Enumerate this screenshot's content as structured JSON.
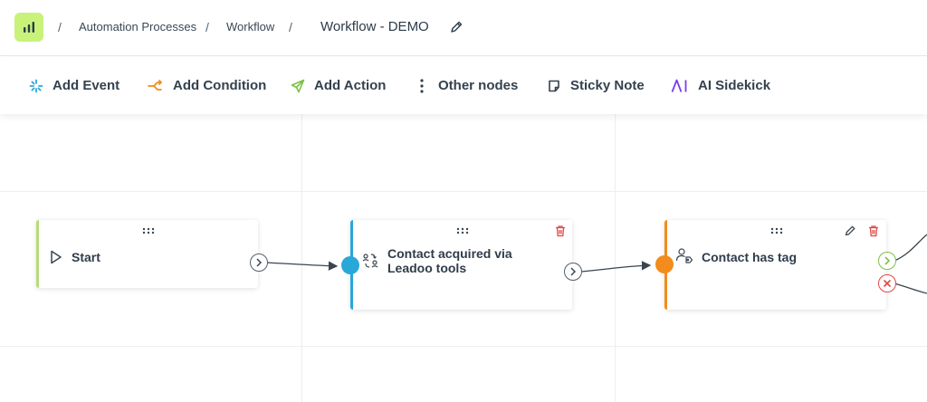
{
  "breadcrumb": {
    "items": [
      "Automation Processes",
      "Workflow"
    ],
    "current": "Workflow - DEMO",
    "separator": "/"
  },
  "toolbar": {
    "add_event": "Add Event",
    "add_condition": "Add Condition",
    "add_action": "Add Action",
    "other_nodes": "Other nodes",
    "sticky_note": "Sticky Note",
    "ai_sidekick": "AI Sidekick"
  },
  "nodes": [
    {
      "title": "Start",
      "accent": "#b5dc7a"
    },
    {
      "title": "Contact acquired via Leadoo tools",
      "accent": "#2aa7d9"
    },
    {
      "title": "Contact has tag",
      "accent": "#f28c1c"
    }
  ],
  "colors": {
    "logo_bg": "#c8f27a",
    "event": "#2aa7d9",
    "condition": "#f28c1c",
    "action": "#7cc143",
    "ai": "#7a3df0",
    "delete": "#e04848",
    "yes_port": "#7cc143",
    "no_port": "#e04848"
  },
  "icons": [
    "bar-chart-icon",
    "pencil-icon",
    "sparkle-icon",
    "branch-icon",
    "send-icon",
    "dots-vertical-icon",
    "sticky-note-icon",
    "ai-icon",
    "play-icon",
    "swap-icon",
    "user-tag-icon",
    "trash-icon",
    "chevron-right-icon",
    "check-icon",
    "close-icon"
  ]
}
